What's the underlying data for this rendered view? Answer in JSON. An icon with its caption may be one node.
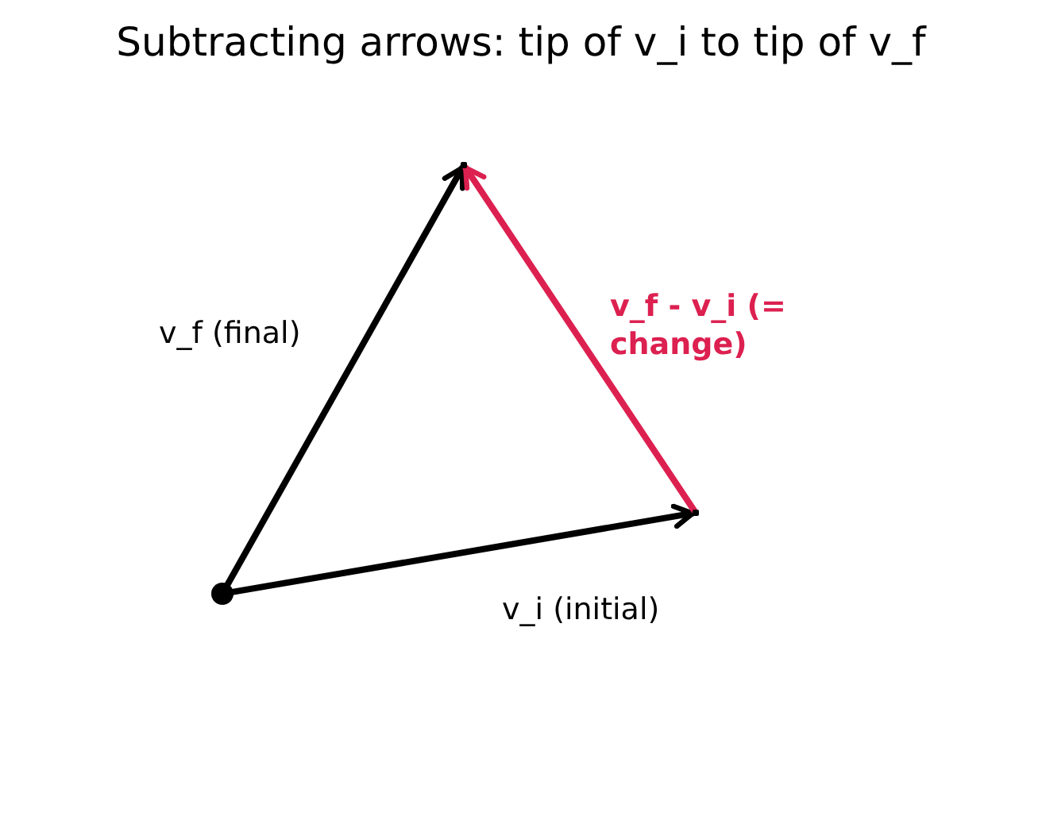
{
  "diagram": {
    "title": "Subtracting arrows: tip of v_i to tip of v_f",
    "nodes": [
      {
        "text": [],
        "shape": "circle"
      },
      {
        "text": [],
        "shape": "point"
      },
      {
        "text": [],
        "shape": "point"
      }
    ],
    "edges": [
      {
        "from": 0,
        "to": 2,
        "arrow": "to",
        "label": "v_f (final)"
      },
      {
        "from": 0,
        "to": 1,
        "arrow": "to",
        "label": "v_i (initial)"
      },
      {
        "from": 1,
        "to": 2,
        "arrow": "to",
        "label": "v_f - v_i (= change)",
        "color": "#dc2050"
      }
    ]
  }
}
